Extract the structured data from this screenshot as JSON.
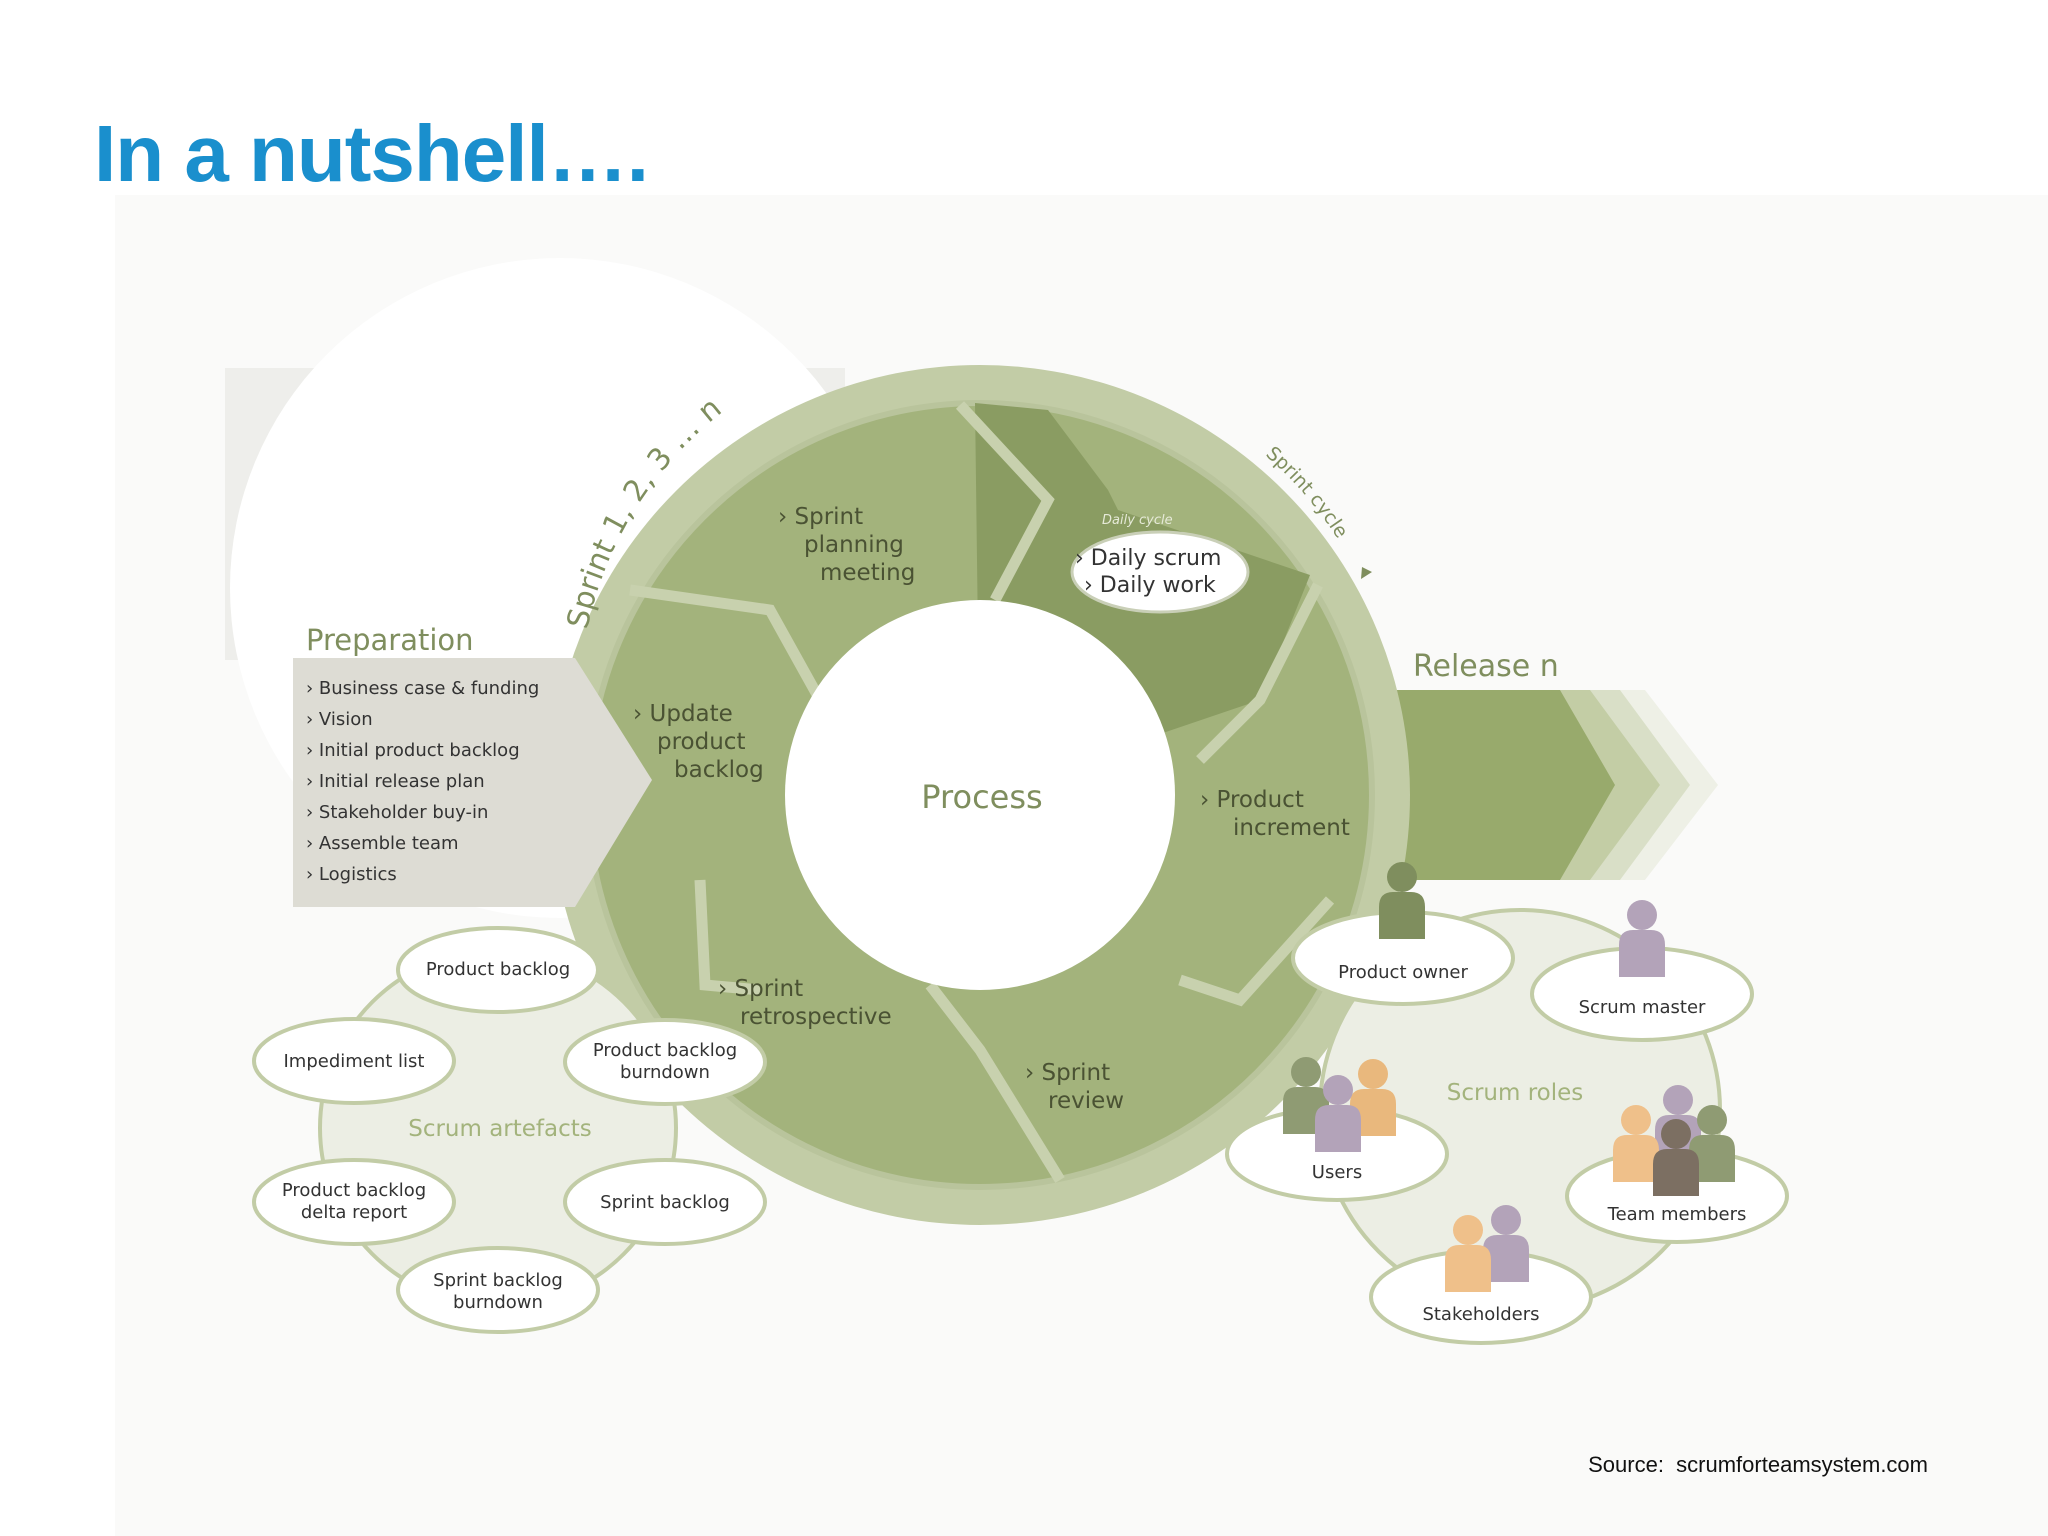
{
  "title": "In a nutshell….",
  "source": "Source:  scrumforteamsystem.com",
  "colors": {
    "title": "#1a8fcd",
    "ring_light": "#c2cca6",
    "segment_mid": "#a3b37c",
    "segment_dark": "#8a9c62",
    "text_green": "#7f8e5e"
  },
  "sprint_arc_label": "Sprint 1, 2, 3 … n",
  "sprint_cycle_label": "Sprint cycle",
  "preparation": {
    "heading": "Preparation",
    "items": [
      "› Business case & funding",
      "› Vision",
      "› Initial product backlog",
      "› Initial release plan",
      "› Stakeholder buy-in",
      "› Assemble team",
      "› Logistics"
    ]
  },
  "process": {
    "center": "Process",
    "sprint_planning": [
      "› Sprint",
      "planning",
      "meeting"
    ],
    "daily_cycle_label": "Daily cycle",
    "daily_items": [
      "› Daily scrum",
      "› Daily work"
    ],
    "update_backlog": [
      "› Update",
      "product",
      "backlog"
    ],
    "product_increment": [
      "› Product",
      "increment"
    ],
    "sprint_retrospective": [
      "› Sprint",
      "retrospective"
    ],
    "sprint_review": [
      "› Sprint",
      "review"
    ]
  },
  "release": "Release n",
  "artefacts": {
    "label": "Scrum artefacts",
    "product_backlog": "Product backlog",
    "impediment_list": "Impediment list",
    "burndown": [
      "Product backlog",
      "burndown"
    ],
    "delta": [
      "Product backlog",
      "delta report"
    ],
    "sprint_backlog": "Sprint backlog",
    "sprint_burndown": [
      "Sprint backlog",
      "burndown"
    ]
  },
  "roles": {
    "label": "Scrum roles",
    "product_owner": "Product owner",
    "scrum_master": "Scrum master",
    "users": "Users",
    "team_members": "Team members",
    "stakeholders": "Stakeholders"
  }
}
